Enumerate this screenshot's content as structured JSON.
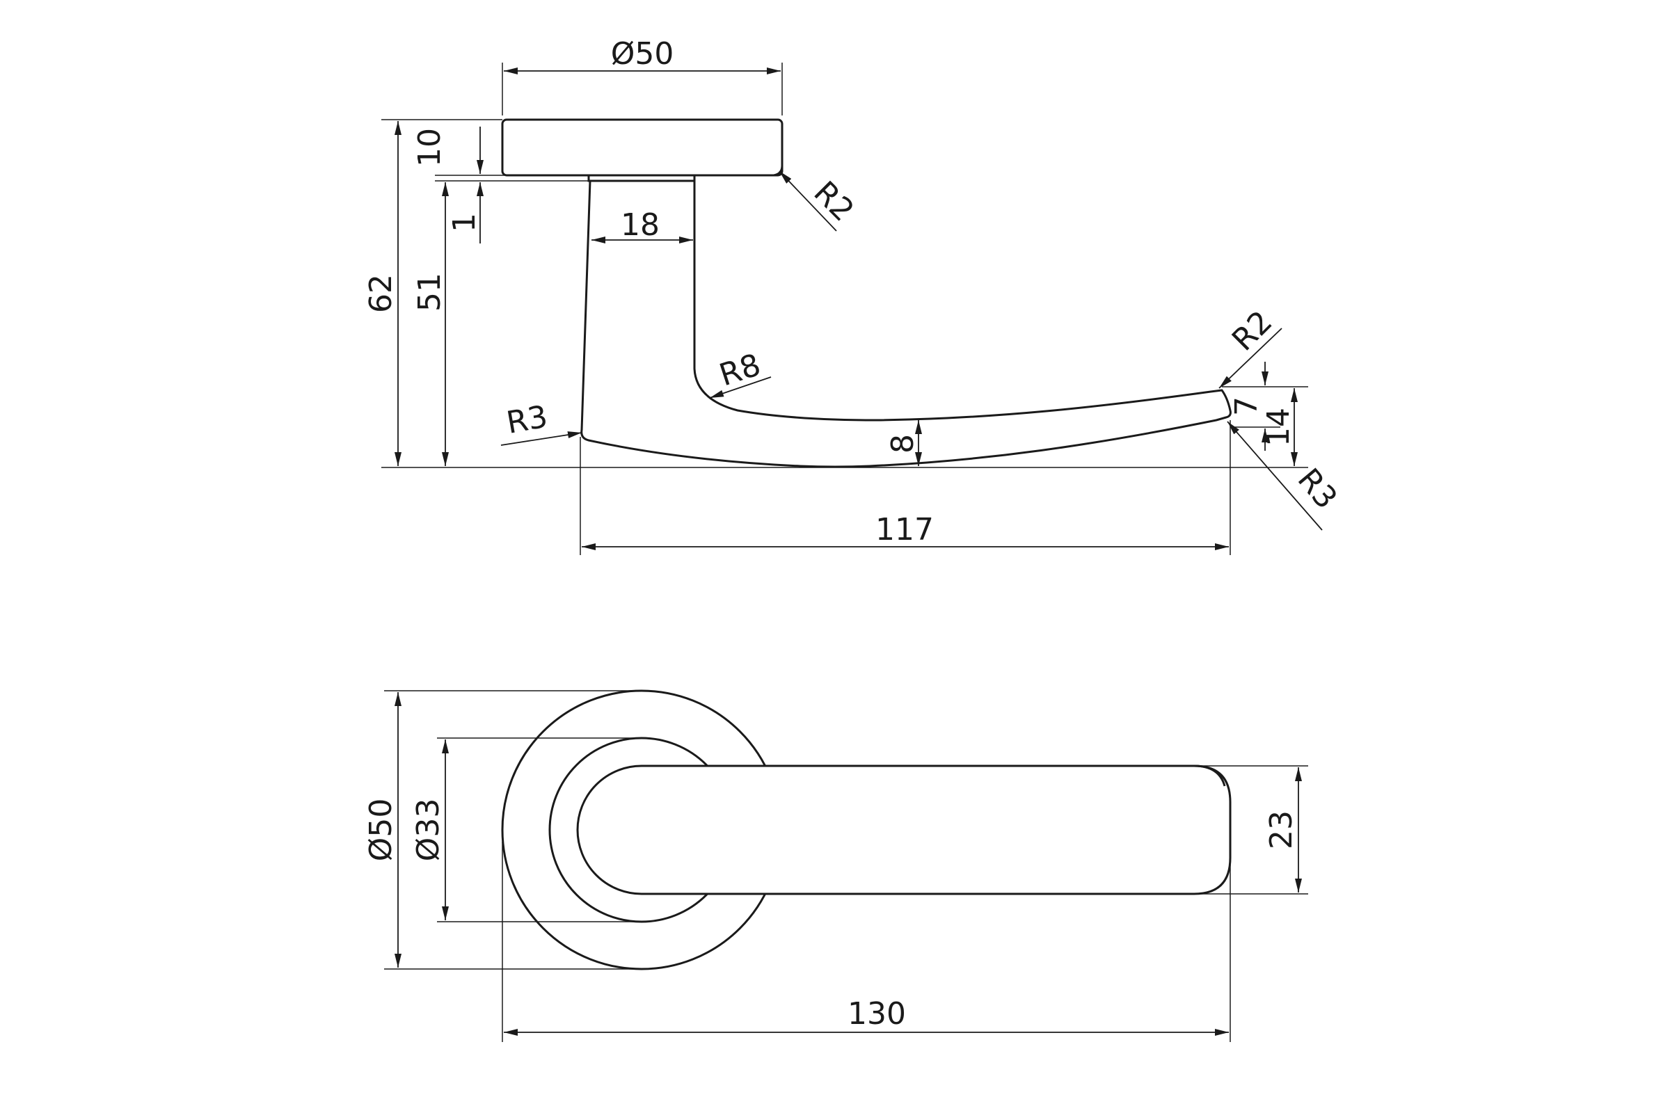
{
  "colors": {
    "line": "#1a1a1a",
    "background": "#ffffff"
  },
  "side_view": {
    "rose_diameter": "Ø50",
    "rose_thickness": "10",
    "gap": "1",
    "overall_height": "62",
    "neck_height": "51",
    "neck_width": "18",
    "rose_edge_radius": "R2",
    "neck_inner_radius": "R8",
    "heel_radius": "R3",
    "tip_top_radius": "R2",
    "tip_bottom_radius": "R3",
    "tip_thickness": "7",
    "tip_height": "14",
    "lever_thickness": "8",
    "lever_projection": "117"
  },
  "top_view": {
    "rose_diameter": "Ø50",
    "neck_diameter": "Ø33",
    "lever_width": "23",
    "overall_length": "130"
  }
}
